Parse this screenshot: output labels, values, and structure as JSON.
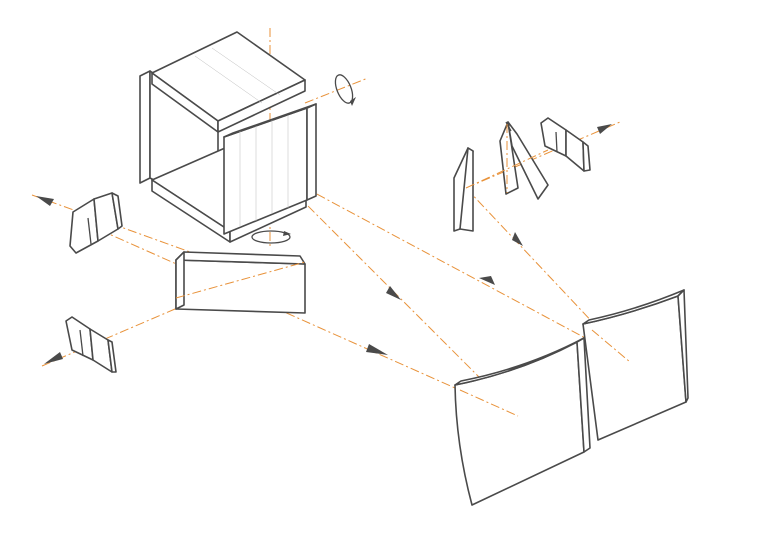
{
  "colors": {
    "beam": "#E8923A",
    "outline": "#4A4A4A",
    "background": "#FFFFFF"
  },
  "diagram": {
    "style": "exploded isometric line drawing",
    "components": [
      {
        "name": "polarizing-beam-splitter-cube"
      },
      {
        "name": "cube-rotation-indicator-top"
      },
      {
        "name": "cube-rotation-indicator-bottom"
      },
      {
        "name": "beam-splitter-plate"
      },
      {
        "name": "detector-left-upper"
      },
      {
        "name": "detector-left-lower"
      },
      {
        "name": "flat-plate-right"
      },
      {
        "name": "wedge-prism"
      },
      {
        "name": "detector-right"
      },
      {
        "name": "concave-mirror-front"
      },
      {
        "name": "concave-mirror-rear"
      }
    ]
  }
}
